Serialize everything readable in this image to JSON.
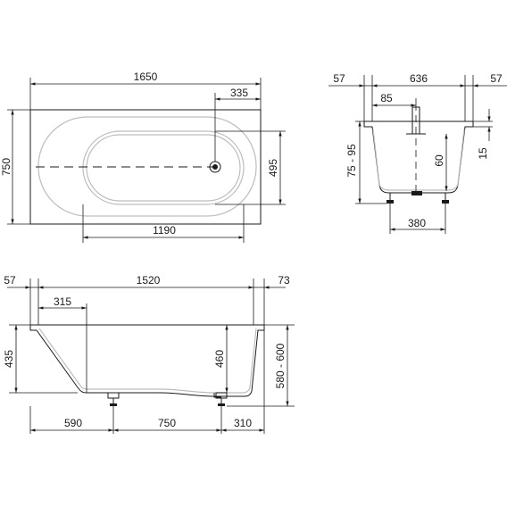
{
  "drawing": {
    "views": [
      "top-view",
      "end-section",
      "side-section"
    ],
    "dimensions": {
      "top_length": "1650",
      "top_width": "750",
      "drain_offset": "335",
      "drain_span": "495",
      "inner_length": "1190",
      "end_left_rim": "57",
      "end_inner_width": "636",
      "end_right_rim": "57",
      "end_drain_offset": "85",
      "end_depth_range": "75 - 95",
      "end_bottom_to_outlet": "60",
      "end_rim_thickness": "15",
      "end_feet_span": "380",
      "side_left_rim": "57",
      "side_inner_length": "1520",
      "side_right_rim": "73",
      "side_slope": "315",
      "side_depth": "435",
      "side_inner_depth": "460",
      "side_overall_height": "580 - 600",
      "side_feet_left": "590",
      "side_feet_span": "750",
      "side_feet_right": "310"
    }
  }
}
